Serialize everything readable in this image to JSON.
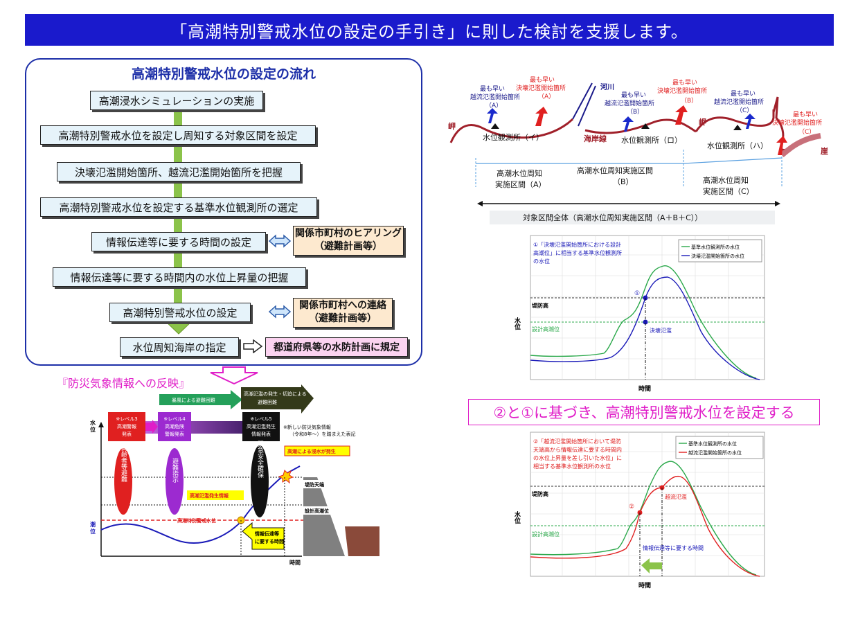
{
  "banner": {
    "title": "「高潮特別警戒水位の設定の手引き」に則した検討を支援します。"
  },
  "flow": {
    "title": "高潮特別警戒水位の設定の流れ",
    "steps": [
      "高潮浸水シミュレーションの実施",
      "高潮特別警戒水位を設定し周知する対象区間を設定",
      "決壊氾濫開始箇所、越流氾濫開始箇所を把握",
      "高潮特別警戒水位を設定する基準水位観測所の選定",
      "情報伝達等に要する時間の設定",
      "情報伝達等に要する時間内の水位上昇量の把握",
      "高潮特別警戒水位の設定",
      "水位周知海岸の指定"
    ],
    "note1_line1": "関係市町村のヒアリング",
    "note1_line2": "（避難計画等）",
    "note2_line1": "関係市町村への連絡",
    "note2_line2": "（避難計画等）",
    "note3": "都道府県等の水防計画に規定"
  },
  "reflect": {
    "title": "『防災気象情報への反映』",
    "arrow_green": "暴風による避難困難",
    "arrow_dark_line1": "高潮氾濫の発生・切迫による",
    "arrow_dark_line2": "避難困難",
    "level3": [
      "※レベル3",
      "高潮警報",
      "発表"
    ],
    "level4": [
      "※レベル4",
      "高潮危険",
      "警報発表"
    ],
    "level5": [
      "※レベル5",
      "高潮氾濫発生",
      "情報発表"
    ],
    "footnote_line1": "※新しい防災気象情報",
    "footnote_line2": "（令和8年～）を踏まえた表記",
    "y_axis_line1": "水",
    "y_axis_line2": "位",
    "x_axis": "時間",
    "tide_label_line1": "潮",
    "tide_label_line2": "位",
    "elderly_evac": "高齢者等避難",
    "evac_order": "避難指示",
    "emergency": "緊急安全確保",
    "flood_info": "高潮氾濫発生情報",
    "inundation": "高潮による浸水が発生",
    "levee_crown": "堤防天端",
    "design_tide": "設計高潮位",
    "warning_level": "高潮特別警戒水位",
    "info_time_line1": "情報伝達等",
    "info_time_line2": "に要する時間"
  },
  "coast": {
    "cape_left": "岬",
    "cape_mid": "岬",
    "river": "河川",
    "coastline": "海岸線",
    "cliff": "崖",
    "obs_i": "水位観測所（イ）",
    "obs_ro": "水位観測所（ロ）",
    "obs_ha": "水位観測所（ハ）",
    "earliest_overflow": "最も早い",
    "overflow_start": "越流氾濫開始箇所",
    "breach_start": "決壊氾濫開始箇所",
    "label_a": "（A）",
    "label_b": "（B）",
    "label_c": "（C）",
    "section_a_line1": "高潮水位周知",
    "section_a_line2": "実施区間（A）",
    "section_b_line1": "高潮水位周知実施区間",
    "section_b_line2": "（B）",
    "section_c_line1": "高潮水位周知",
    "section_c_line2": "実施区間（C）",
    "whole": "対象区間全体（高潮水位周知実施区間（A＋B＋C））"
  },
  "chart1": {
    "note_line1": "①「決壊氾濫開始箇所における設計",
    "note_line2": "高潮位」に相当する基準水位観測所",
    "note_line3": "の水位",
    "legend_green": "基準水位観測所の水位",
    "legend_blue": "決壊氾濫開始箇所の水位",
    "levee": "堤防高",
    "design": "設計高潮位",
    "marker": "①",
    "breach": "決壊氾濫",
    "ylabel": "水位",
    "xlabel": "時間"
  },
  "middle_statement": "②と①に基づき、高潮特別警戒水位を設定する",
  "chart2": {
    "note_line1": "②「越流氾濫開始箇所において堤防",
    "note_line2": "天端高から情報伝達に要する時間内",
    "note_line3": "の水位上昇量を差し引いた水位」に",
    "note_line4": "相当する基準水位観測所の水位",
    "legend_green": "基準水位観測所の水位",
    "legend_red": "越流氾濫開始箇所の水位",
    "levee": "堤防高",
    "design": "設計高潮位",
    "marker": "②",
    "overflow": "越流氾濫",
    "info_time": "情報伝達等に要する時間",
    "ylabel": "水位",
    "xlabel": "時間"
  },
  "colors": {
    "banner": "#1a1acc",
    "frame": "#1d2fa8",
    "magenta": "#e01ec8",
    "red": "#e02020",
    "blue": "#1a1ab8",
    "green": "#2aa84a"
  }
}
